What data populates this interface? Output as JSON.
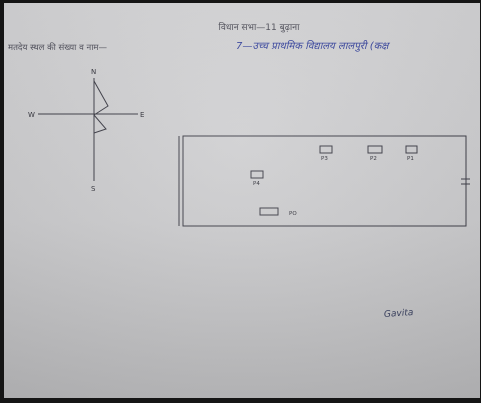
{
  "form": {
    "heading": "विधान सभा—11 बुढ़ाना",
    "field_label": "मतदेय स्थल की संख्या व नाम—",
    "field_value": "7—उच्च प्राथमिक विद्यालय लालपुरी (कक्ष"
  },
  "sketch": {
    "compass": {
      "north": "N",
      "south": "S",
      "east": "E",
      "west": "W"
    },
    "room_labels": [
      "P3",
      "P2",
      "P1",
      "P4",
      "PO"
    ]
  },
  "signature": "Gavita",
  "colors": {
    "paper": "#cfcfd1",
    "background": "#141414",
    "pencil": "#3a3a44",
    "ink": "#2f3d9a"
  }
}
